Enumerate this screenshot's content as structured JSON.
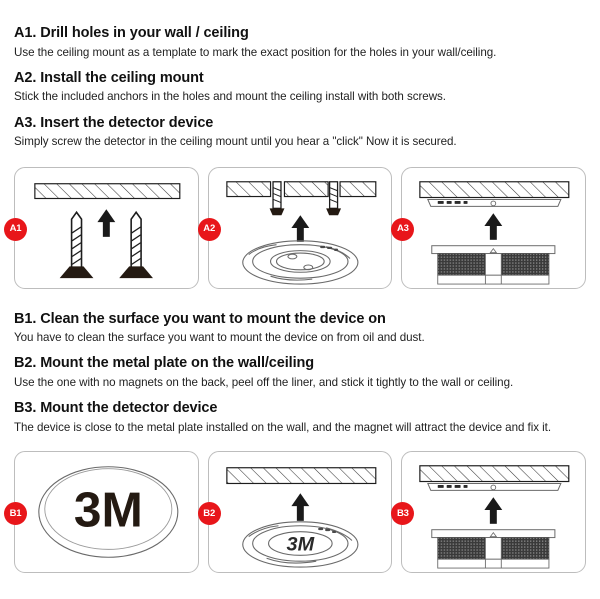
{
  "document": {
    "title": "Detector mounting instructions",
    "accent_color": "#e8161a",
    "panel_border_color": "#bdbdbd"
  },
  "sections": [
    {
      "id": "A",
      "steps": [
        {
          "code": "A1",
          "heading": "A1. Drill holes in your wall / ceiling",
          "body": "Use the ceiling mount as a template to mark the exact position for the holes in your wall/ceiling."
        },
        {
          "code": "A2",
          "heading": "A2. Install the ceiling mount",
          "body": "Stick the included anchors in the holes and mount the ceiling install with both screws."
        },
        {
          "code": "A3",
          "heading": "A3. Insert the detector device",
          "body": "Simply screw the detector in the ceiling mount until you hear a \"click\" Now it is secured."
        }
      ],
      "panels": [
        {
          "badge": "A1",
          "name": "panel-a1-drill-holes",
          "art": "ceiling-bar-with-two-screws-and-up-arrow"
        },
        {
          "badge": "A2",
          "name": "panel-a2-install-ceiling-mount",
          "art": "segmented-ceiling-bar-with-anchors-and-mount-plate"
        },
        {
          "badge": "A3",
          "name": "panel-a3-insert-detector",
          "art": "ceiling-bar-with-mount-and-detector-device"
        }
      ]
    },
    {
      "id": "B",
      "steps": [
        {
          "code": "B1",
          "heading": "B1. Clean the surface you want to mount the device on",
          "body": "You have to clean the surface you want to mount the device on from oil and dust."
        },
        {
          "code": "B2",
          "heading": "B2. Mount the metal plate on the wall/ceiling",
          "body": "Use the one with no magnets on the back, peel off the liner, and stick it tightly to the wall or ceiling."
        },
        {
          "code": "B3",
          "heading": "B3. Mount the detector device",
          "body": "The device is close to the metal plate installed on the wall, and the magnet will attract the device and fix it."
        }
      ],
      "panels": [
        {
          "badge": "B1",
          "name": "panel-b1-clean-surface",
          "art": "oval-plate-with-3m-label",
          "label": "3M"
        },
        {
          "badge": "B2",
          "name": "panel-b2-mount-metal-plate",
          "art": "ceiling-bar-with-3m-oval-plate-and-up-arrow",
          "label": "3M"
        },
        {
          "badge": "B3",
          "name": "panel-b3-mount-detector",
          "art": "ceiling-bar-with-mount-and-detector-device"
        }
      ]
    }
  ]
}
